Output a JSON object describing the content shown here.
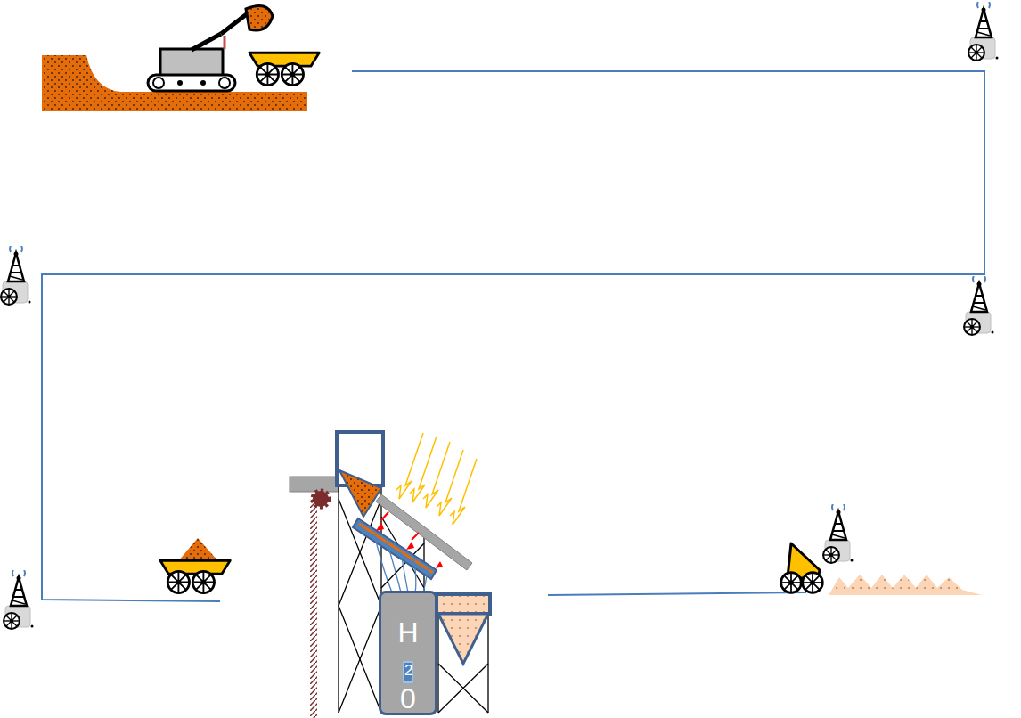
{
  "diagram": {
    "nodes": [
      {
        "text": [
          "H",
          "0"
        ]
      },
      {
        "text": [
          "2"
        ],
        "in": 0
      }
    ]
  }
}
